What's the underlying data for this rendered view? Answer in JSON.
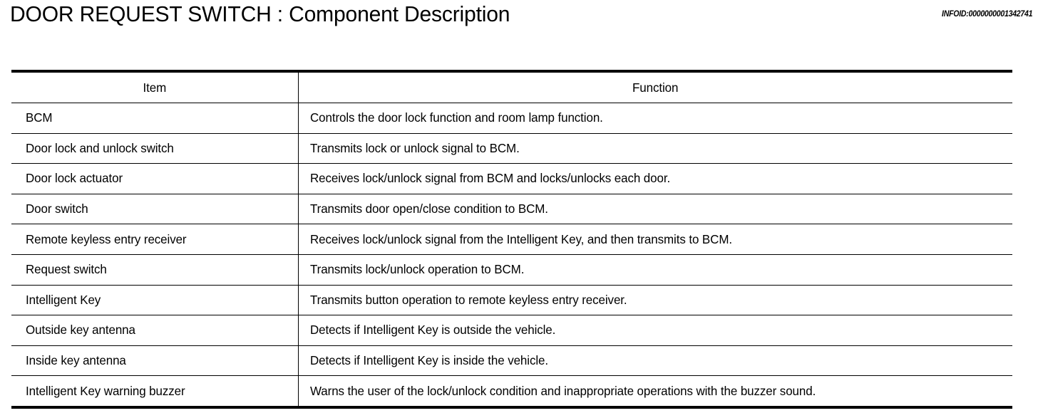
{
  "header": {
    "title": "DOOR REQUEST SWITCH : Component  Description",
    "infoid": "INFOID:0000000001342741"
  },
  "table": {
    "columns": [
      {
        "key": "item",
        "label": "Item"
      },
      {
        "key": "function",
        "label": "Function"
      }
    ],
    "rows": [
      {
        "item": "BCM",
        "function": "Controls the door lock function and room lamp function."
      },
      {
        "item": "Door lock and unlock switch",
        "function": "Transmits lock or unlock signal to BCM."
      },
      {
        "item": "Door lock actuator",
        "function": "Receives lock/unlock signal from BCM and locks/unlocks each door."
      },
      {
        "item": "Door switch",
        "function": "Transmits door open/close condition to BCM."
      },
      {
        "item": "Remote keyless entry receiver",
        "function": "Receives lock/unlock signal from the Intelligent Key, and then transmits to BCM."
      },
      {
        "item": "Request switch",
        "function": "Transmits lock/unlock operation to BCM."
      },
      {
        "item": "Intelligent Key",
        "function": "Transmits button operation to remote keyless entry receiver."
      },
      {
        "item": "Outside key antenna",
        "function": "Detects if Intelligent Key is outside the vehicle."
      },
      {
        "item": "Inside key antenna",
        "function": "Detects if Intelligent Key is inside the vehicle."
      },
      {
        "item": "Intelligent Key warning buzzer",
        "function": "Warns the user of the lock/unlock condition and inappropriate operations with the buzzer sound."
      }
    ]
  },
  "colors": {
    "background": "#ffffff",
    "text": "#000000",
    "rule": "#000000"
  }
}
